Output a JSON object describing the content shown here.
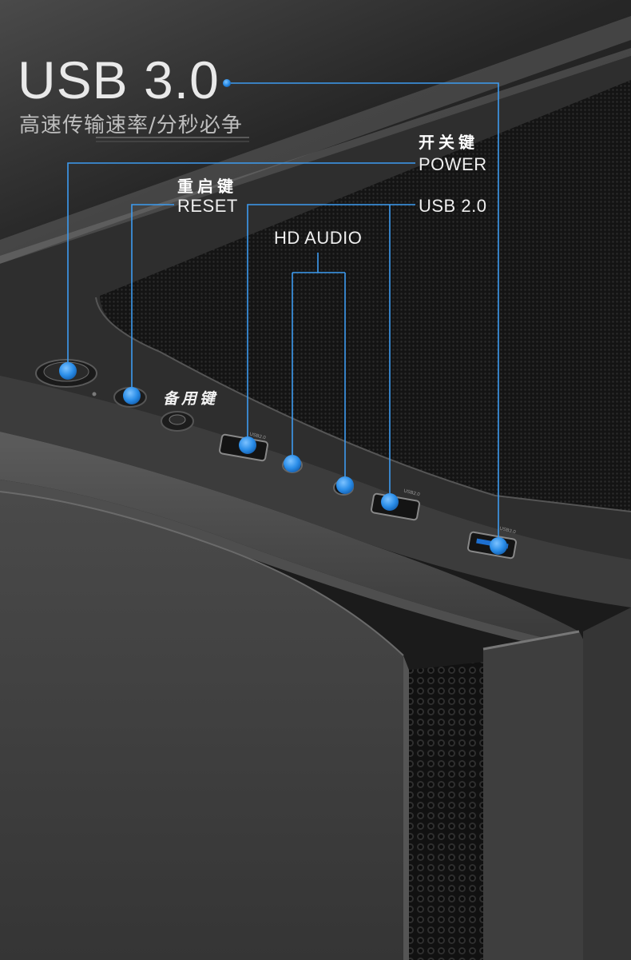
{
  "headline": {
    "title": "USB 3.0",
    "subtitle": "高速传输速率/分秒必争"
  },
  "callouts": {
    "power_cn": "开关键",
    "power_en": "POWER",
    "reset_cn": "重启键",
    "reset_en": "RESET",
    "usb2": "USB 2.0",
    "hd_audio": "HD AUDIO",
    "spare_cn": "备用键"
  },
  "port_labels": {
    "usb2_left": "USB2.0",
    "usb2_right": "USB2.0",
    "usb3": "USB3.0"
  },
  "colors": {
    "accent": "#2a8de8",
    "callout_line": "#3d9bf0",
    "case_body": "#3b3b3b"
  }
}
